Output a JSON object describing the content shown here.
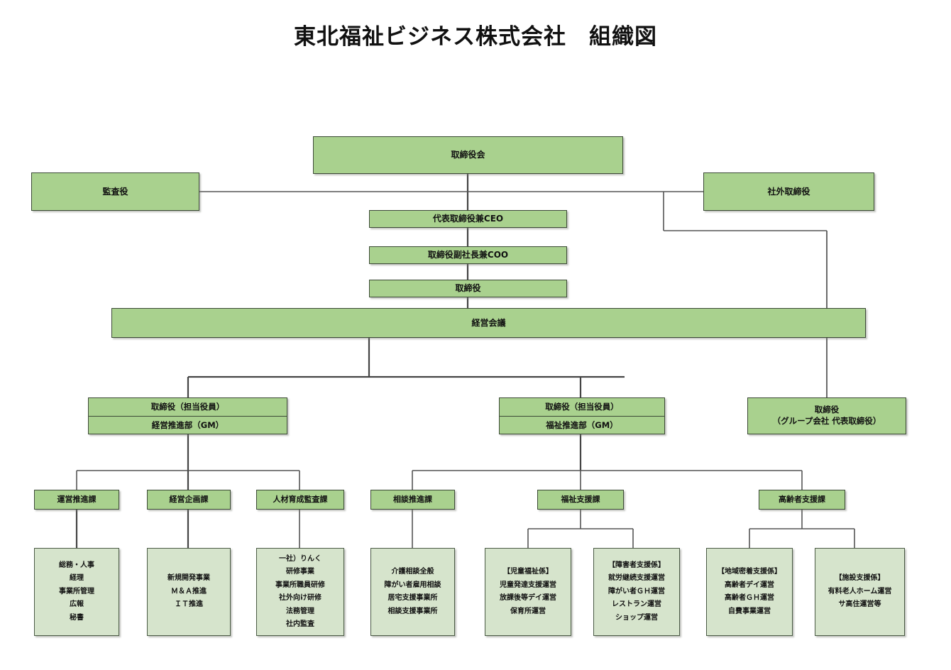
{
  "title": "東北福祉ビジネス株式会社　組織図",
  "colors": {
    "node_fill": "#a9d18e",
    "leaf_fill": "#d6e4cc",
    "border": "#3c4a36",
    "connector": "#444444",
    "background": "#ffffff",
    "text": "#111111"
  },
  "nodes": {
    "board": "取締役会",
    "auditor": "監査役",
    "outside_director": "社外取締役",
    "ceo": "代表取締役兼CEO",
    "coo": "取締役副社長兼COO",
    "director": "取締役",
    "management_meeting": "経営会議"
  },
  "divisions": [
    {
      "officer": "取締役（担当役員）",
      "department": "経営推進部（GM）"
    },
    {
      "officer": "取締役（担当役員）",
      "department": "福祉推進部（GM）"
    }
  ],
  "group_company": {
    "line1": "取締役",
    "line2": "（グループ会社 代表取締役）"
  },
  "sections": [
    {
      "name": "運営推進課",
      "items": [
        "総務・人事",
        "経理",
        "事業所管理",
        "広報",
        "秘書"
      ]
    },
    {
      "name": "経営企画課",
      "items": [
        "新規開発事業",
        "Ｍ＆Ａ推進",
        "ＩＴ推進"
      ]
    },
    {
      "name": "人材育成監査課",
      "items": [
        "一社）りんく",
        "研修事業",
        "事業所職員研修",
        "社外向け研修",
        "法務管理",
        "社内監査"
      ]
    },
    {
      "name": "相談推進課",
      "items": [
        "介護相談全般",
        "障がい者雇用相談",
        "居宅支援事業所",
        "相談支援事業所"
      ]
    },
    {
      "name": "福祉支援課",
      "items": [
        "【児童福祉係】",
        "児童発達支援運営",
        "放課後等デイ運営",
        "保育所運営"
      ]
    },
    {
      "name": "福祉支援課",
      "items": [
        "【障害者支援係】",
        "就労継続支援運営",
        "障がい者ＧＨ運営",
        "レストラン運営",
        "ショップ運営"
      ]
    },
    {
      "name": "高齢者支援課",
      "items": [
        "【地域密着支援係】",
        "高齢者デイ運営",
        "高齢者ＧＨ運営",
        "自費事業運営"
      ]
    },
    {
      "name": "高齢者支援課",
      "items": [
        "【施設支援係】",
        "有料老人ホーム運営",
        "サ高住運営等"
      ]
    }
  ]
}
